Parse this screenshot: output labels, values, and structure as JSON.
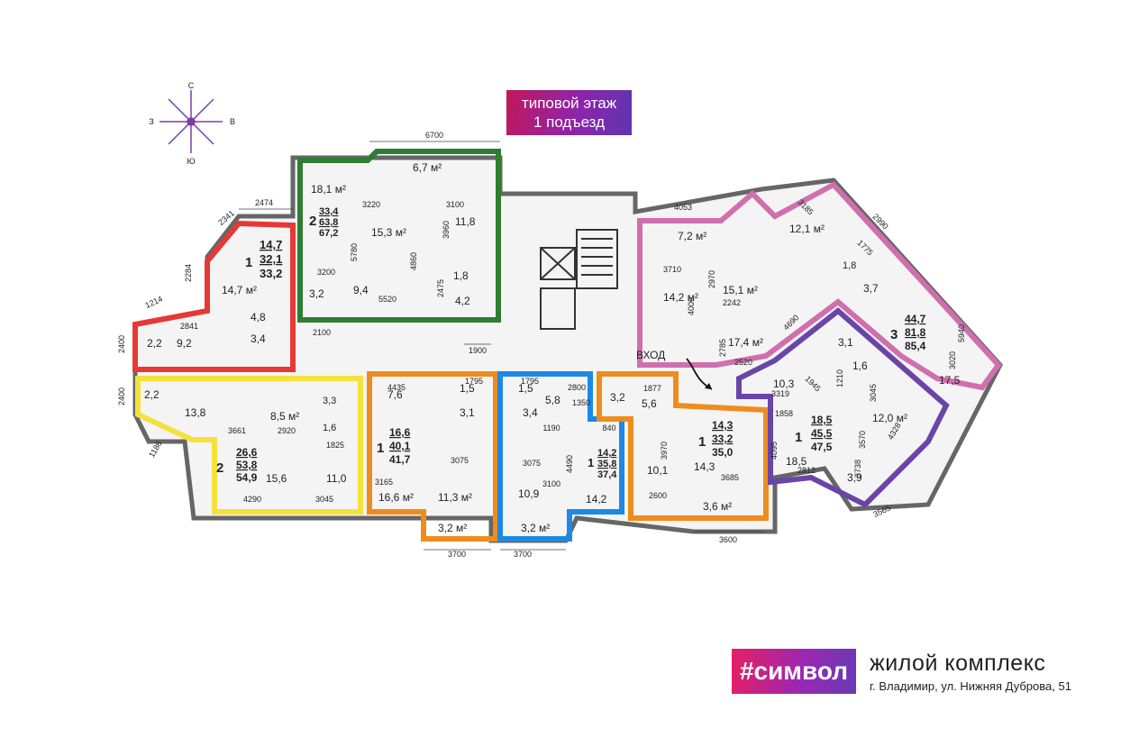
{
  "header": {
    "title_line1": "типовой этаж",
    "title_line2": "1 подъезд"
  },
  "compass": {
    "n": "С",
    "s": "Ю",
    "w": "З",
    "e": "В"
  },
  "entrance": {
    "label": "ВХОД"
  },
  "brand": {
    "logo": "#символ",
    "name": "жилой комплекс",
    "address": "г. Владимир, ул. Нижняя Дуброва, 51"
  },
  "colors": {
    "red": "#e53935",
    "green": "#2e7d32",
    "yellow": "#f4e23c",
    "orange": "#ef8c1e",
    "blue": "#1e88e5",
    "magenta": "#d06fae",
    "purple": "#6a45a8",
    "wall": "#666666"
  },
  "apartments": [
    {
      "id": "red",
      "rooms": "1",
      "living": "14,7",
      "total": "32,1",
      "gross": "33,2",
      "areas": [
        "14,7 м²",
        "4,8",
        "3,4",
        "9,2",
        "2,2"
      ]
    },
    {
      "id": "green",
      "rooms": "2",
      "living": "33,4",
      "total": "63,8",
      "gross": "67,2",
      "areas": [
        "18,1 м²",
        "6,7 м²",
        "15,3 м²",
        "11,8",
        "1,8",
        "9,4",
        "3,2",
        "4,2"
      ]
    },
    {
      "id": "yellow",
      "rooms": "2",
      "living": "26,6",
      "total": "53,8",
      "gross": "54,9",
      "areas": [
        "13,8",
        "8,5 м²",
        "3,3",
        "1,6",
        "15,6",
        "11,0",
        "2,2"
      ]
    },
    {
      "id": "orange",
      "rooms": "1",
      "living": "16,6",
      "total": "40,1",
      "gross": "41,7",
      "areas": [
        "7,6",
        "1,5",
        "3,1",
        "16,6 м²",
        "11,3 м²",
        "3,2 м²"
      ]
    },
    {
      "id": "blue",
      "rooms": "1",
      "living": "14,2",
      "total": "35,8",
      "gross": "37,4",
      "areas": [
        "1,5",
        "3,4",
        "5,8",
        "10,9",
        "14,2",
        "3,2 м²"
      ]
    },
    {
      "id": "orange2",
      "rooms": "1",
      "living": "14,3",
      "total": "33,2",
      "gross": "35,0",
      "areas": [
        "3,2",
        "5,6",
        "10,1",
        "14,3",
        "3,6 м²"
      ]
    },
    {
      "id": "magenta",
      "rooms": "3",
      "living": "44,7",
      "total": "81,8",
      "gross": "85,4",
      "areas": [
        "7,2 м²",
        "12,1 м²",
        "14,2 м²",
        "15,1 м²",
        "17,4 м²",
        "1,8",
        "3,7",
        "17,5"
      ]
    },
    {
      "id": "purple",
      "rooms": "1",
      "living": "18,5",
      "total": "45,5",
      "gross": "47,5",
      "areas": [
        "10,3",
        "3,1",
        "1,6",
        "12,0 м²",
        "18,5",
        "3,9"
      ]
    }
  ],
  "dimensions": [
    "6700",
    "2474",
    "2341",
    "2284",
    "1214",
    "2841",
    "2400",
    "2400",
    "1186",
    "3220",
    "3100",
    "3200",
    "5780",
    "4860",
    "3960",
    "5520",
    "2475",
    "2100",
    "1900",
    "1795",
    "1795",
    "4435",
    "3165",
    "3075",
    "3700",
    "3700",
    "2920",
    "4290",
    "3045",
    "3661",
    "1825",
    "3075",
    "3100",
    "2800",
    "1350",
    "1190",
    "4490",
    "840",
    "1877",
    "3970",
    "2600",
    "3685",
    "3600",
    "4053",
    "3710",
    "2970",
    "2242",
    "2520",
    "2785",
    "4000",
    "3185",
    "1775",
    "4690",
    "3319",
    "1858",
    "4095",
    "2812",
    "3738",
    "3565",
    "4328",
    "3570",
    "1945",
    "1210",
    "3045",
    "2990",
    "5940",
    "3020"
  ]
}
